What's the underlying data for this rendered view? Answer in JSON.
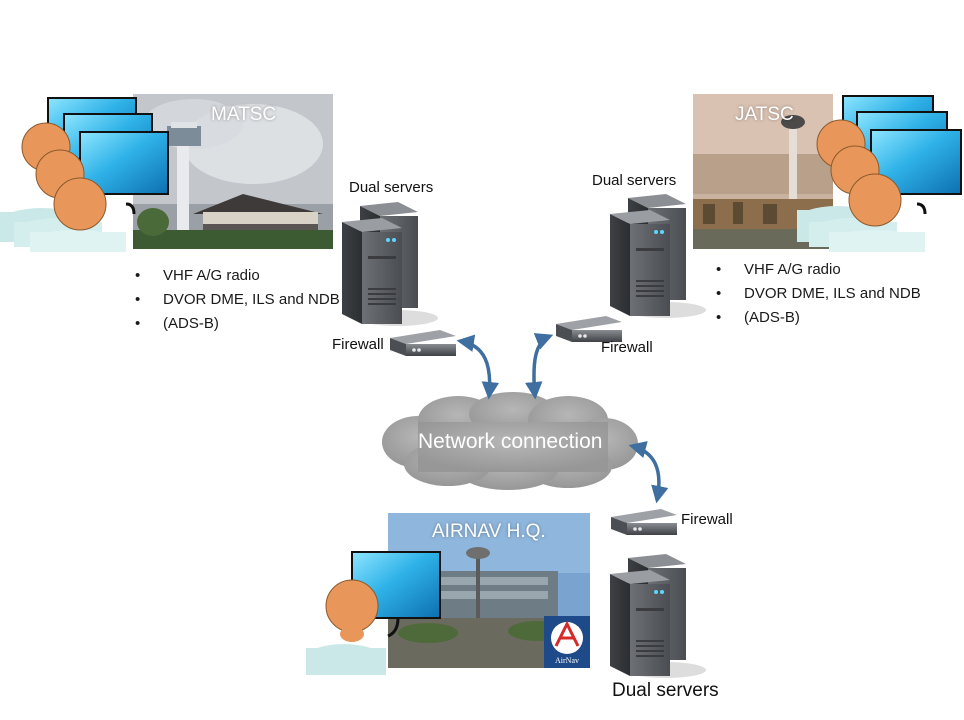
{
  "sites": {
    "matsc": {
      "title": "MATSC",
      "bullets": [
        "VHF A/G radio",
        "DVOR DME, ILS and NDB",
        "(ADS-B)"
      ]
    },
    "jatsc": {
      "title": "JATSC",
      "bullets": [
        "VHF A/G radio",
        "DVOR DME, ILS and NDB",
        "(ADS-B)"
      ]
    },
    "hq": {
      "title": "AIRNAV H.Q.",
      "logo_text": "AirNav"
    }
  },
  "labels": {
    "dual_servers": "Dual servers",
    "firewall": "Firewall",
    "network": "Network connection"
  },
  "colors": {
    "arrow": "#3f6fa0",
    "cloud": "#a6a6a6",
    "server": "#5a5d61",
    "screen": "#3ab8e6",
    "skin": "#e8965a",
    "shirt": "#cbe8e8"
  }
}
